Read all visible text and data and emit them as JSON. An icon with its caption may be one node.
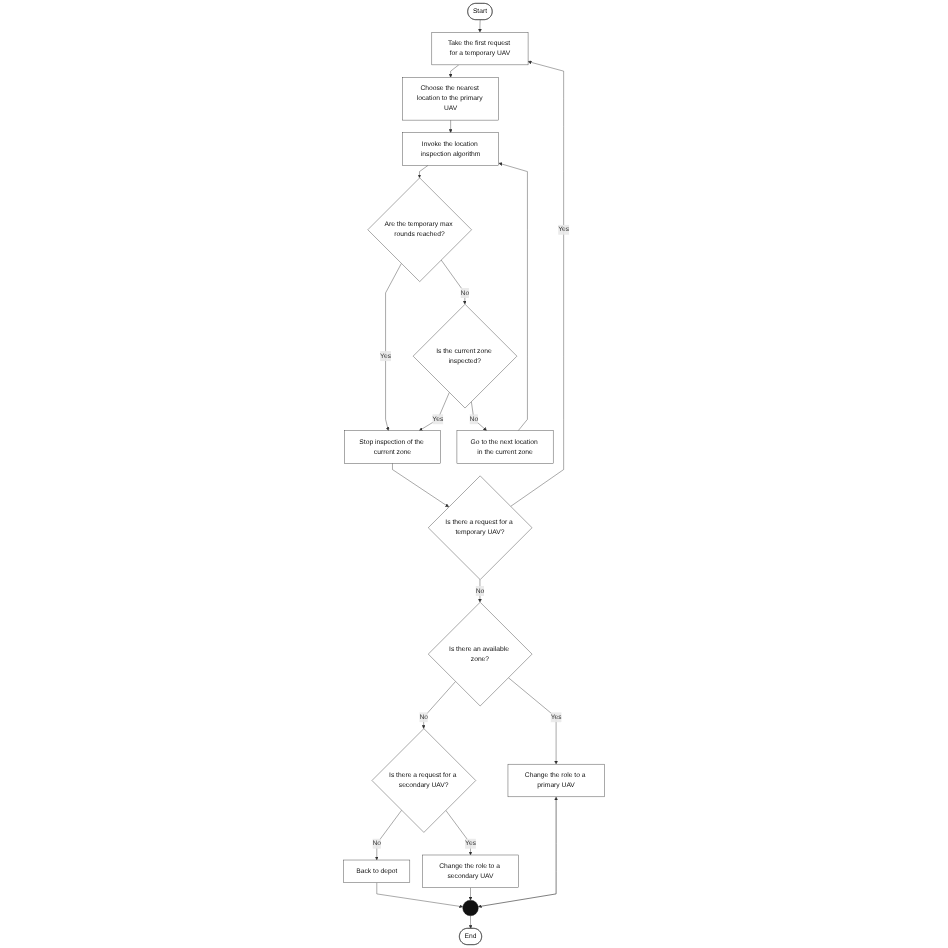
{
  "diagram": {
    "nodes": [
      {
        "text": [
          "Start"
        ]
      },
      {
        "text": [
          "Take the first request for a temporary UAV"
        ]
      },
      {
        "text": [
          "Choose the nearest location to the primary UAV"
        ]
      },
      {
        "text": [
          "Invoke the location inspection algorithm"
        ]
      },
      {
        "text": [
          "Are the temporary max rounds reached?"
        ]
      },
      {
        "text": [
          "Is the current zone inspected?"
        ]
      },
      {
        "text": [
          "Stop inspection of the current zone"
        ]
      },
      {
        "text": [
          "Go to the next location in the current zone"
        ]
      },
      {
        "text": [
          "Is there a request for a temporary UAV?"
        ]
      },
      {
        "text": [
          "Is there an available zone?"
        ]
      },
      {
        "text": [
          "Is there a request for a secondary UAV?"
        ]
      },
      {
        "text": [
          "Change the role to a primary UAV"
        ]
      },
      {
        "text": [
          "Back to depot"
        ]
      },
      {
        "text": [
          "Change the role to a secondary UAV"
        ]
      },
      {
        "text": [],
        "shape": "circle"
      },
      {
        "text": [
          "End"
        ]
      }
    ],
    "edges": [
      {
        "from": 0,
        "to": 1,
        "arrow": "to"
      },
      {
        "from": 1,
        "to": 2,
        "arrow": "to"
      },
      {
        "from": 2,
        "to": 3,
        "arrow": "to"
      },
      {
        "from": 3,
        "to": 4,
        "arrow": "to"
      },
      {
        "from": 4,
        "to": 5,
        "label": "No",
        "arrow": "to"
      },
      {
        "from": 4,
        "to": 6,
        "label": "Yes",
        "arrow": "to"
      },
      {
        "from": 5,
        "to": 6,
        "label": "Yes",
        "arrow": "to"
      },
      {
        "from": 5,
        "to": 7,
        "label": "No",
        "arrow": "to"
      },
      {
        "from": 7,
        "to": 3,
        "arrow": "to"
      },
      {
        "from": 6,
        "to": 8,
        "arrow": "to"
      },
      {
        "from": 8,
        "to": 1,
        "label": "Yes",
        "arrow": "to"
      },
      {
        "from": 8,
        "to": 9,
        "label": "No",
        "arrow": "to"
      },
      {
        "from": 9,
        "to": 10,
        "label": "No",
        "arrow": "to"
      },
      {
        "from": 9,
        "to": 11,
        "label": "Yes",
        "arrow": "to"
      },
      {
        "from": 10,
        "to": 12,
        "label": "No",
        "arrow": "to"
      },
      {
        "from": 10,
        "to": 13,
        "label": "Yes",
        "arrow": "to"
      },
      {
        "from": 12,
        "to": 14,
        "arrow": "to"
      },
      {
        "from": 13,
        "to": 14,
        "arrow": "to"
      },
      {
        "from": 11,
        "to": 14,
        "arrow": "both"
      },
      {
        "from": 14,
        "to": 15,
        "arrow": "to"
      }
    ]
  }
}
